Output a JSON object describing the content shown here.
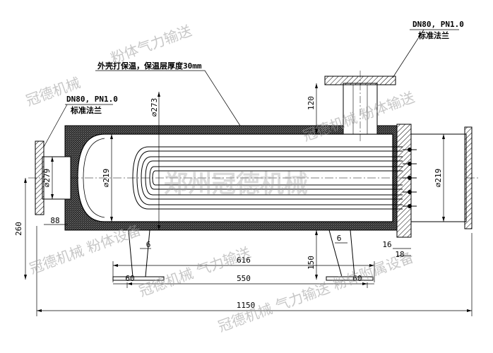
{
  "labels": {
    "insulation_note": "外壳打保温，保温层厚度30mm",
    "flange_top_spec": "DN80, PN1.0",
    "flange_top_std": "标准法兰",
    "flange_left_spec": "DN80, PN1.0",
    "flange_left_std": "标准法兰"
  },
  "dimensions": {
    "overall_length": "1150",
    "saddle_spacing_outer": "616",
    "saddle_spacing_inner": "550",
    "saddle_width_left": "60",
    "saddle_width_right": "60",
    "saddle_height": "150",
    "plate_left": "6",
    "plate_right": "6",
    "nozzle_height": "120",
    "center_height": "260",
    "nozzle_offset": "88",
    "flange_thk_a": "16",
    "flange_thk_b": "18",
    "shell_diameter": "⌀273",
    "inner_diameter": "⌀219",
    "tube_bundle_diameter": "⌀219",
    "inlet_diameter": "⌀279"
  },
  "watermarks": {
    "main": "郑州冠德机械",
    "wm1": "冠德机械",
    "wm2": "粉体气力输送",
    "wm3": "冠德机械  粉体输送",
    "wm4": "冠德机械  粉体设备",
    "wm5": "冠德机械  气力输送  粉体附属设备",
    "wm6": "冠德机械  气力输送"
  }
}
